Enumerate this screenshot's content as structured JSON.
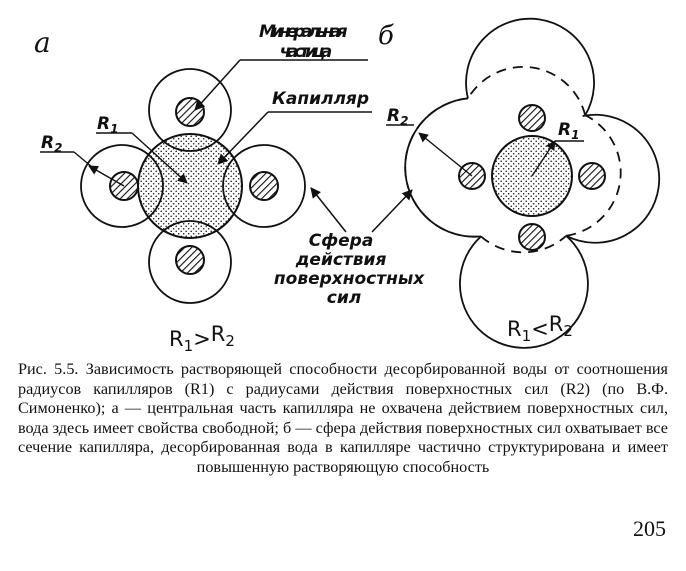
{
  "figure": {
    "panel_a": "а",
    "panel_b": "б",
    "mineral_particle": "Минеральная частица",
    "capillary": "Капилляр",
    "r1": "R1",
    "r2": "R2",
    "sphere_label": "Сфера действия поверхностных сил",
    "relation_a": "R1>R2",
    "relation_b": "R1<R2"
  },
  "caption": {
    "prefix": "Рис. 5.5.",
    "text": "Зависимость растворяющей способности десорбированной воды от соотношения радиусов капилляров (R1) с радиусами действия поверхностных сил (R2) (по В.Ф. Симоненко); а — центральная часть капилляра не охвачена действием поверхностных сил, вода здесь имеет свойства свободной; б — сфера действия поверхностных сил охватывает все сечение капилляра, десорбированная вода в капилляре частично структурирована и имеет повышенную растворяющую способность"
  },
  "page_number": "205",
  "colors": {
    "ink": "#111111",
    "background": "#ffffff"
  }
}
